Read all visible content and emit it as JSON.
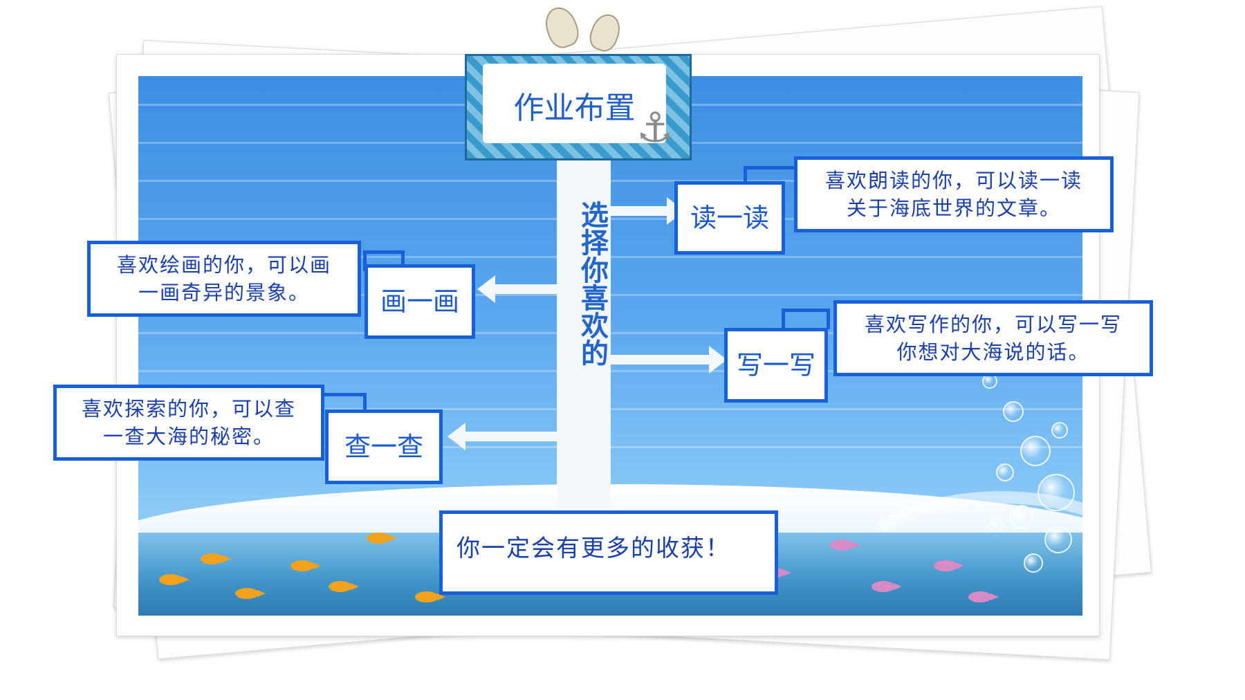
{
  "title": "作业布置",
  "stem_text": "选择你喜欢的",
  "branches": [
    {
      "label": "读一读",
      "desc_line1": "喜欢朗读的你，可以读一读",
      "desc_line2": "关于海底世界的文章。"
    },
    {
      "label": "画一画",
      "desc_line1": "喜欢绘画的你，可以画",
      "desc_line2": "一画奇异的景象。"
    },
    {
      "label": "写一写",
      "desc_line1": "喜欢写作的你，可以写一写",
      "desc_line2": "你想对大海说的话。"
    },
    {
      "label": "查一查",
      "desc_line1": "喜欢探索的你，可以查",
      "desc_line2": "一查大海的秘密。"
    }
  ],
  "footer": "你一定会有更多的收获！",
  "colors": {
    "border": "#1860d8",
    "text": "#1a3fa8",
    "sea": "#3c8fe3"
  },
  "icons": [
    "shell-icon",
    "anchor-icon",
    "bubble-icon",
    "fish-icon"
  ]
}
